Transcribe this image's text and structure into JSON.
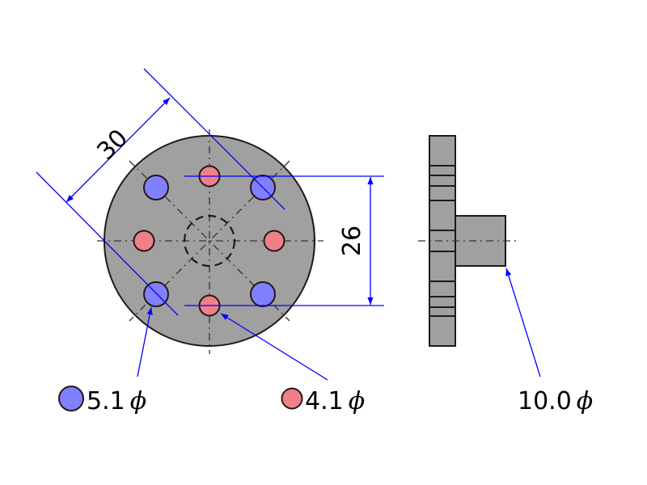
{
  "title": "Flange drawing",
  "dimensions": {
    "diagonal": "30",
    "vertical": "26"
  },
  "legend": [
    {
      "label": "5.1",
      "symbol": "ϕ",
      "color": "#8080ff"
    },
    {
      "label": "4.1",
      "symbol": "ϕ",
      "color": "#f08088"
    }
  ],
  "hub": {
    "label": "10.0",
    "symbol": "ϕ"
  },
  "colors": {
    "body": "#a0a0a0",
    "outline": "#231815",
    "blue_hole": "#8080ff",
    "red_hole": "#f08088",
    "dimension": "#0000ff"
  }
}
